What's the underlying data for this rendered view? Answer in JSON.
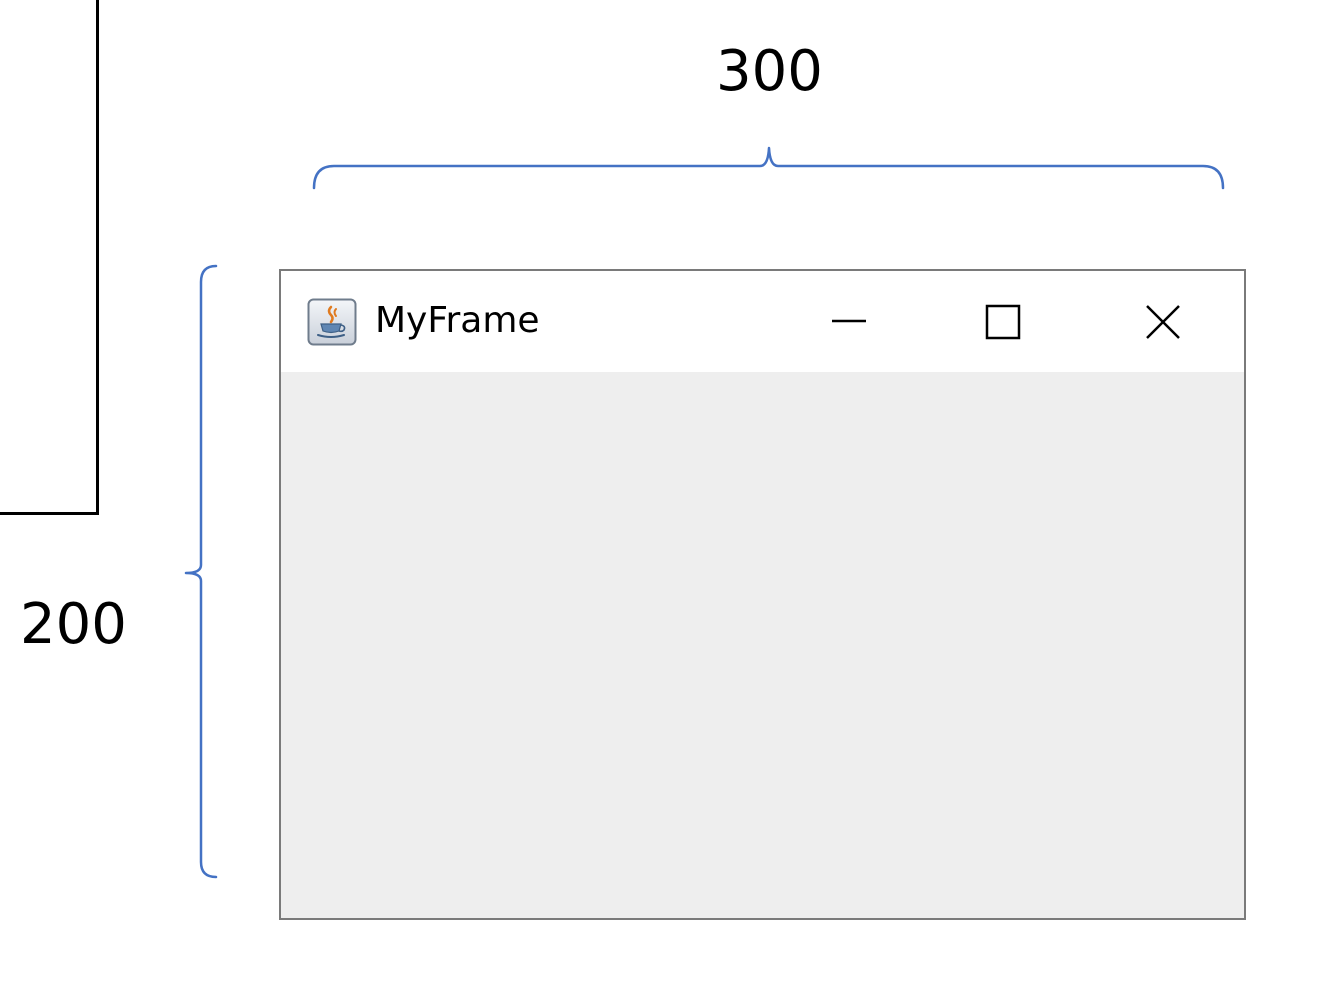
{
  "dimensions": {
    "width_label": "300",
    "height_label": "200"
  },
  "frame": {
    "title": "MyFrame",
    "icon": "java-coffee-cup-icon",
    "controls": {
      "minimize_icon": "minimize-icon",
      "maximize_icon": "maximize-icon",
      "close_icon": "close-icon"
    }
  },
  "colors": {
    "bracket": "#4472c4",
    "frame_border": "#7a7a7a",
    "title_bar": "#ffffff",
    "content_background": "#eeeeee",
    "partial_window_border": "#000000"
  }
}
